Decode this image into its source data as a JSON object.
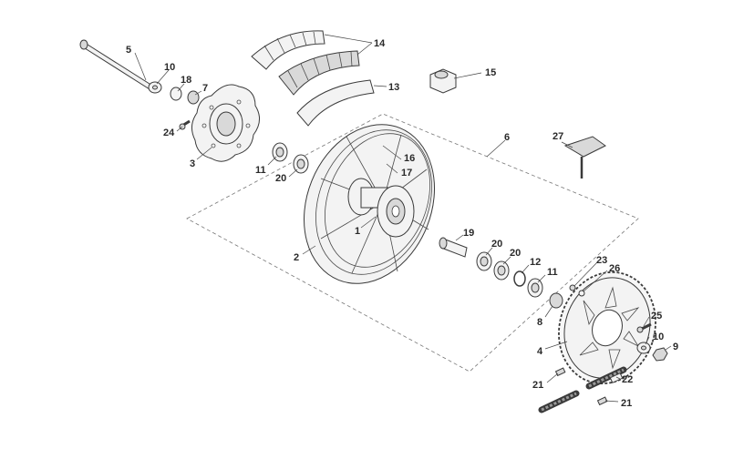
{
  "diagram": {
    "callouts": [
      "1",
      "2",
      "3",
      "4",
      "5",
      "6",
      "7",
      "8",
      "9",
      "10",
      "10",
      "11",
      "11",
      "12",
      "13",
      "14",
      "15",
      "16",
      "17",
      "18",
      "19",
      "20",
      "20",
      "20",
      "21",
      "21",
      "22",
      "23",
      "24",
      "25",
      "26",
      "27"
    ]
  }
}
